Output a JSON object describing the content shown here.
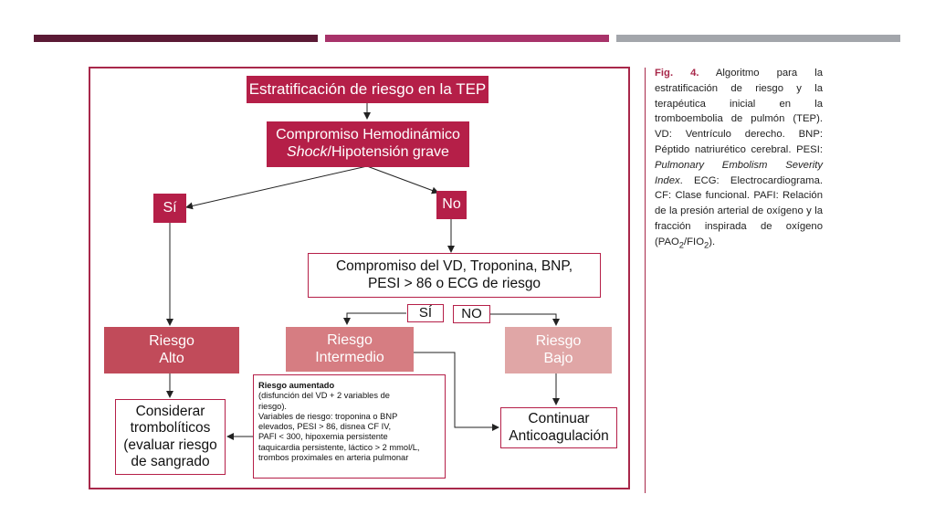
{
  "header_bars": {
    "colors": [
      "#5b1a35",
      "#a8336a",
      "#a3a6ab"
    ]
  },
  "flowchart": {
    "title": "Estratificación de riesgo en la TEP",
    "hemo": {
      "line1": "Compromiso Hemodinámico",
      "line2_italic": "Shock",
      "line2_rest": "/Hipotensión grave"
    },
    "yes_top": "Sí",
    "no_top": "No",
    "vd": {
      "line1": "Compromiso del VD, Troponina, BNP,",
      "line2": "PESI > 86 o ECG de riesgo"
    },
    "yes_mid": "SÍ",
    "no_mid": "NO",
    "risk_high": {
      "line1": "Riesgo",
      "line2": "Alto"
    },
    "risk_mid": {
      "line1": "Riesgo",
      "line2": "Intermedio"
    },
    "risk_low": {
      "line1": "Riesgo",
      "line2": "Bajo"
    },
    "thrombo": {
      "line1": "Considerar",
      "line2": "trombolíticos",
      "line3": "(evaluar riesgo",
      "line4": "de sangrado"
    },
    "anticoag": {
      "line1": "Continuar",
      "line2": "Anticoagulación"
    },
    "note": {
      "heading": "Riesgo aumentado",
      "l1": "(disfunción del VD + 2 variables de",
      "l2": "riesgo).",
      "l3": "Variables de riesgo: troponina o BNP",
      "l4": "elevados, PESI > 86, disnea CF IV,",
      "l5": "PAFI < 300, hipoxemia persistente",
      "l6": "taquicardia persistente, láctico > 2 mmol/L,",
      "l7": "trombos proximales en arteria pulmonar"
    },
    "colors": {
      "dark": "#b51f48",
      "medium": "#c14b5a",
      "light": "#d67d82",
      "lighter": "#e0a6a6"
    }
  },
  "caption": {
    "fig_label": "Fig. 4.",
    "text_a": " Algoritmo para la estratificación de riesgo y la terapéutica inicial en la tromboembolia de pulmón (TEP). VD: Ventrículo derecho. BNP: Péptido natriurético cerebral. PESI: ",
    "text_italic": "Pulmonary Embolism Severity Index",
    "text_b": ". ECG: Electrocardiograma. CF: Clase funcional. PAFI: Relación de la presión arterial de oxígeno y la fracción inspirada de oxígeno (PAO",
    "sub1": "2",
    "text_c": "/FIO",
    "sub2": "2",
    "text_d": ")."
  }
}
